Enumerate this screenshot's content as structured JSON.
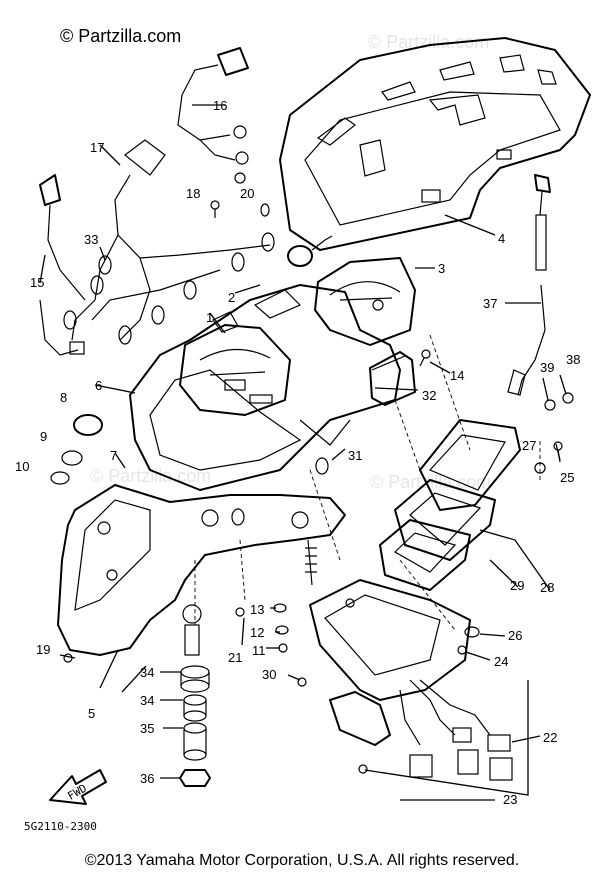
{
  "watermark": "© Partzilla.com",
  "diagram_code": "5G2110-2300",
  "copyright": "©2013  Yamaha Motor Corporation, U.S.A. All rights reserved.",
  "fwd_label": "FWD",
  "callouts": [
    "1",
    "2",
    "3",
    "4",
    "5",
    "6",
    "7",
    "8",
    "9",
    "10",
    "11",
    "12",
    "13",
    "14",
    "15",
    "16",
    "17",
    "18",
    "19",
    "20",
    "21",
    "22",
    "23",
    "24",
    "25",
    "26",
    "27",
    "28",
    "29",
    "30",
    "31",
    "32",
    "33",
    "34",
    "34",
    "35",
    "36",
    "37",
    "38",
    "39"
  ]
}
